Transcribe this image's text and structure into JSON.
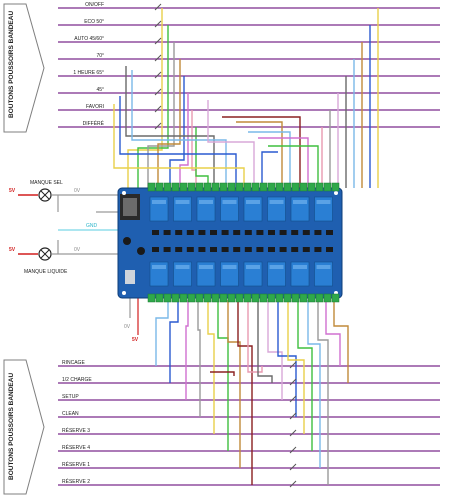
{
  "side_labels": {
    "top": "BOUTONS POUSSOIRS BANDEAU",
    "bottom": "BOUTONS POUSSOIRS BANDEAU"
  },
  "top_buttons": [
    "ON/OFF",
    "ECO 50°",
    "AUTO 45/60°",
    "70°",
    "1 HEURE 65°",
    "45°",
    "FAVORI",
    "DIFFÉRÉ"
  ],
  "bottom_buttons": [
    "RINCAGE",
    "1/2 CHARGE",
    "SETUP",
    "CLEAN",
    "RÉSERVE 3",
    "RÉSERVE 4",
    "RÉSERVE 1",
    "RÉSERVE 2"
  ],
  "lamps": {
    "top": "MANQUE SEL",
    "bottom": "MANQUE LIQUIDE"
  },
  "power": {
    "five_v": "5V",
    "zero_v": "0V",
    "gnd": "GND"
  },
  "colors": {
    "purple": "#7a2a8c",
    "red": "#d21f1f",
    "board": "#1f5fb0",
    "relay": "#2a7fd4",
    "terminal": "#2fa84a"
  }
}
